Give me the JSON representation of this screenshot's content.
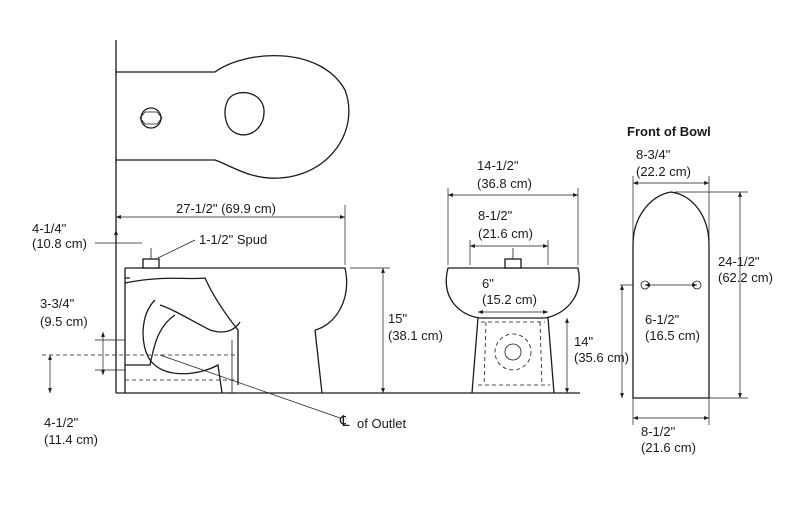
{
  "labels": {
    "front_of_bowl": "Front of Bowl",
    "spud": "1-1/2\" Spud",
    "outlet": "of Outlet",
    "centerline_symbol": "℄"
  },
  "dims": {
    "overall_length": [
      "27-1/2\" (69.9 cm)"
    ],
    "spud_height": [
      "4-1/4\"",
      "(10.8 cm)"
    ],
    "inlet_offset": [
      "3-3/4\"",
      "(9.5 cm)"
    ],
    "outlet_height": [
      "4-1/2\"",
      "(11.4 cm)"
    ],
    "rim_height": [
      "15\"",
      "(38.1 cm)"
    ],
    "side_width": [
      "14-1/2\"",
      "(36.8 cm)"
    ],
    "side_inner_width": [
      "8-1/2\"",
      "(21.6 cm)"
    ],
    "spud_width": [
      "6\"",
      "(15.2 cm)"
    ],
    "base_height": [
      "14\"",
      "(35.6 cm)"
    ],
    "bowl_top_width": [
      "8-3/4\"",
      "(22.2 cm)"
    ],
    "bowl_length": [
      "24-1/2\"",
      "(62.2 cm)"
    ],
    "bolt_spacing": [
      "6-1/2\"",
      "(16.5 cm)"
    ],
    "bowl_base_width": [
      "8-1/2\"",
      "(21.6 cm)"
    ]
  }
}
